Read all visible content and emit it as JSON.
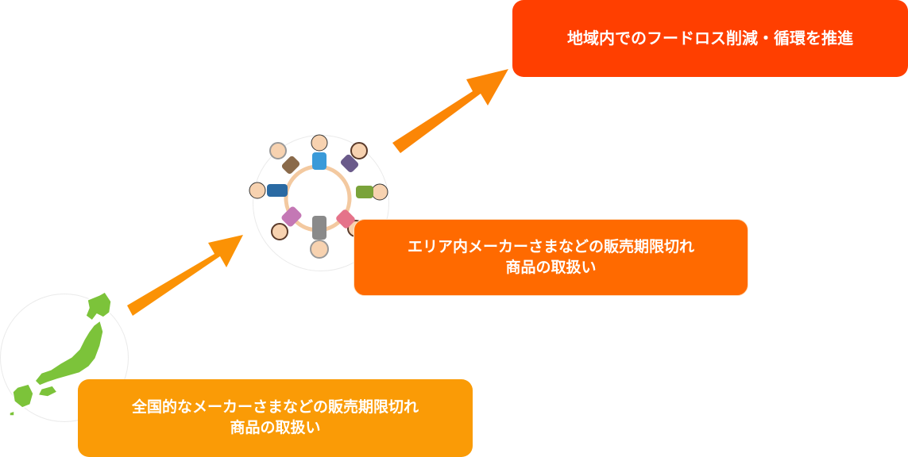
{
  "steps": {
    "national": {
      "line1": "全国的なメーカーさまなどの販売期限切れ",
      "line2": "商品の取扱い"
    },
    "regional": {
      "line1": "エリア内メーカーさまなどの販売期限切れ",
      "line2": "商品の取扱い"
    },
    "goal": {
      "text": "地域内でのフードロス削減・循環を推進"
    }
  },
  "colors": {
    "national": "#fa9b06",
    "regional": "#ff6a00",
    "goal": "#ff3f00",
    "arrow1": "#fb9205",
    "arrow2": "#fb8606",
    "arrow3": "#ff7000",
    "japan_map": "#7cc33a"
  },
  "icons": {
    "japan": "japan-map-icon",
    "people": "people-circle-icon",
    "arrow": "arrow-icon"
  }
}
